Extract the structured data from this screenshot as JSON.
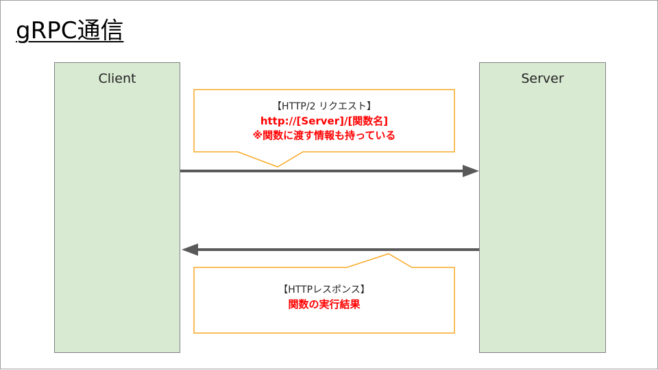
{
  "title": "gRPC通信",
  "lanes": {
    "client": "Client",
    "server": "Server"
  },
  "request": {
    "heading": "【HTTP/2 リクエスト】",
    "line1": "http://[Server]/[関数名]",
    "line2": "※関数に渡す情報も持っている"
  },
  "response": {
    "heading": "【HTTPレスポンス】",
    "line1": "関数の実行結果"
  },
  "colors": {
    "lane_fill": "#d9ead3",
    "callout_border": "#f9a824",
    "arrow": "#595959",
    "highlight_text": "#ff0000"
  }
}
